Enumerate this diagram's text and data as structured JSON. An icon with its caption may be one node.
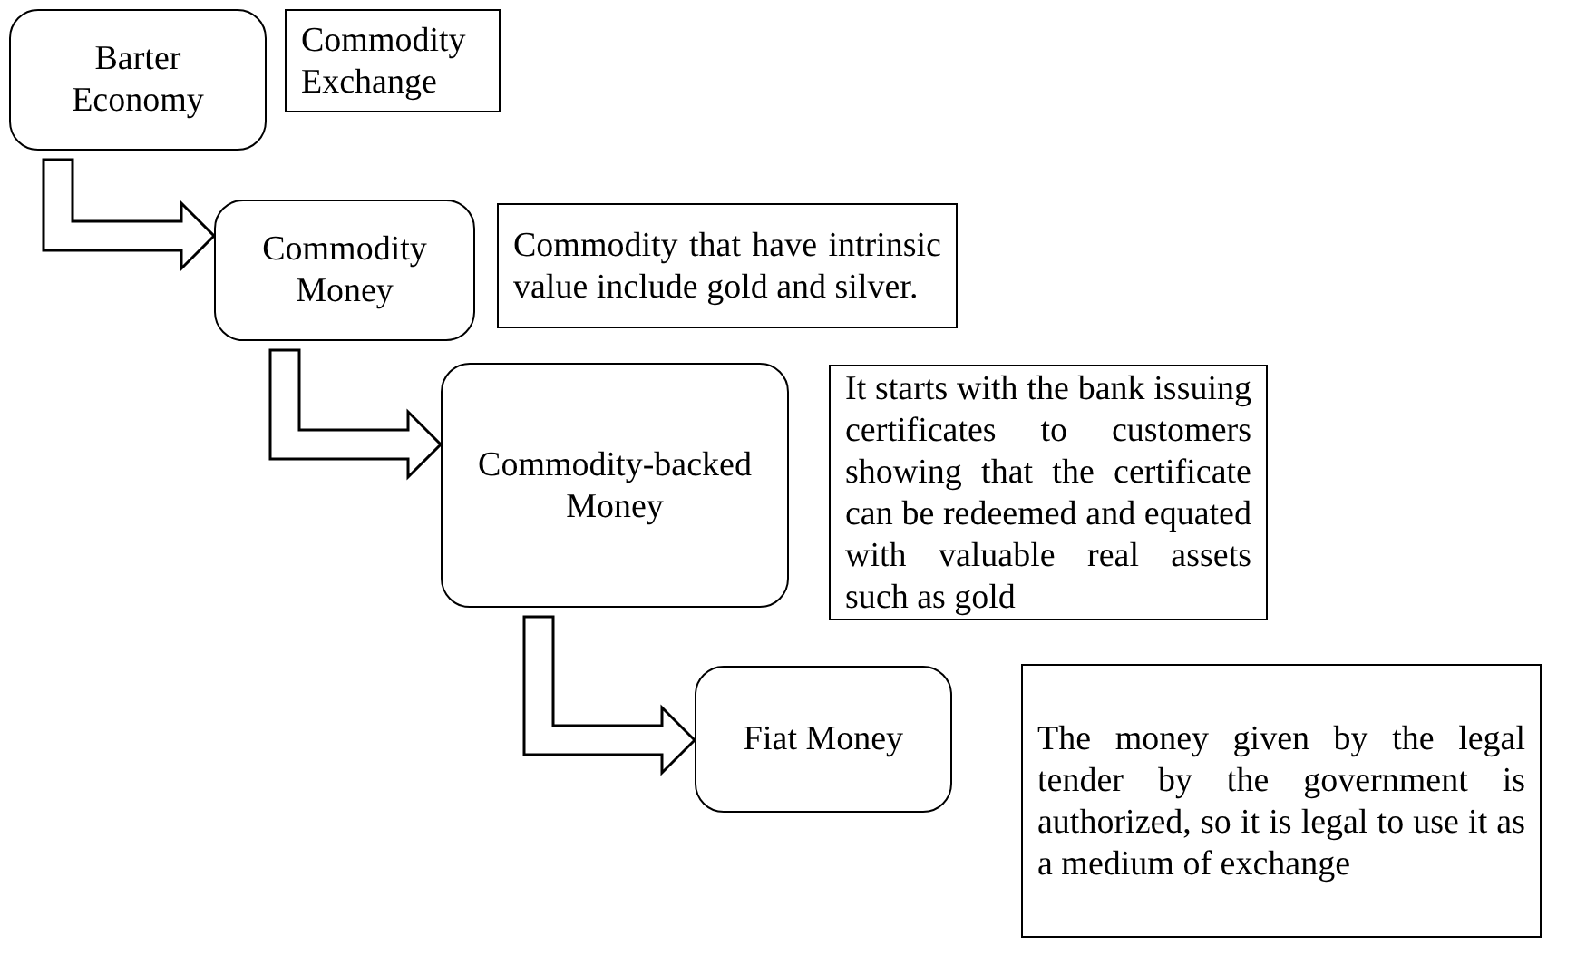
{
  "diagram": {
    "nodes": [
      {
        "text": [
          "Barter Economy"
        ]
      },
      {
        "text": [
          "Commodity Exchange"
        ]
      },
      {
        "text": [
          "Commodity Money"
        ]
      },
      {
        "text": [
          "Commodity that have intrinsic value include gold and silver."
        ]
      },
      {
        "text": [
          "Commodity-backed Money"
        ]
      },
      {
        "text": [
          "It starts with the bank issuing certificates to customers showing that the certificate can be redeemed and equated with valuable real assets such as gold"
        ]
      },
      {
        "text": [
          "Fiat Money"
        ]
      },
      {
        "text": [
          "The money given by the legal tender by the government is authorized, so it is legal to use it as a medium of exchange"
        ]
      }
    ],
    "edges": [
      {
        "from": 0,
        "to": 2,
        "arrow": "to"
      },
      {
        "from": 2,
        "to": 4,
        "arrow": "to"
      },
      {
        "from": 4,
        "to": 6,
        "arrow": "to"
      }
    ]
  }
}
